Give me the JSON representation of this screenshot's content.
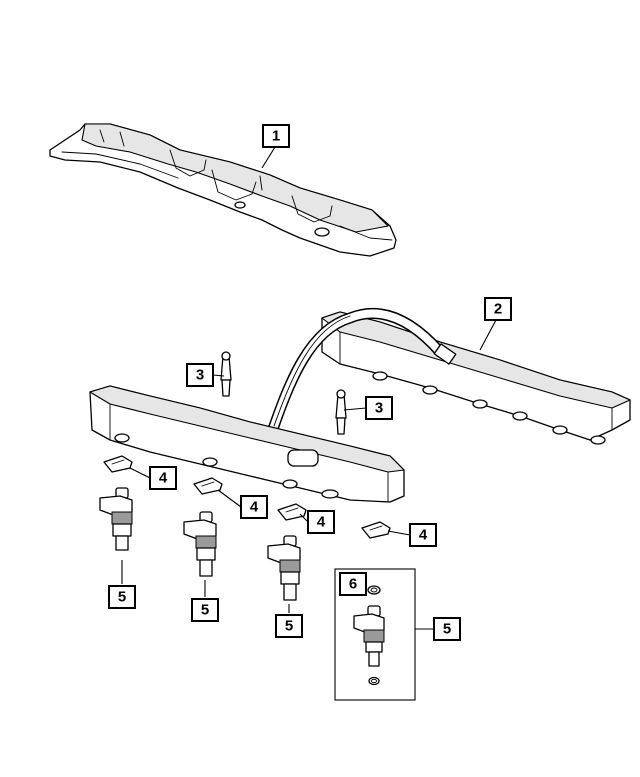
{
  "callouts": [
    {
      "id": "c1",
      "label": "1"
    },
    {
      "id": "c2",
      "label": "2"
    },
    {
      "id": "c3a",
      "label": "3"
    },
    {
      "id": "c3b",
      "label": "3"
    },
    {
      "id": "c4a",
      "label": "4"
    },
    {
      "id": "c4b",
      "label": "4"
    },
    {
      "id": "c4c",
      "label": "4"
    },
    {
      "id": "c4d",
      "label": "4"
    },
    {
      "id": "c5a",
      "label": "5"
    },
    {
      "id": "c5b",
      "label": "5"
    },
    {
      "id": "c5c",
      "label": "5"
    },
    {
      "id": "c5d",
      "label": "5"
    },
    {
      "id": "c6",
      "label": "6"
    }
  ]
}
